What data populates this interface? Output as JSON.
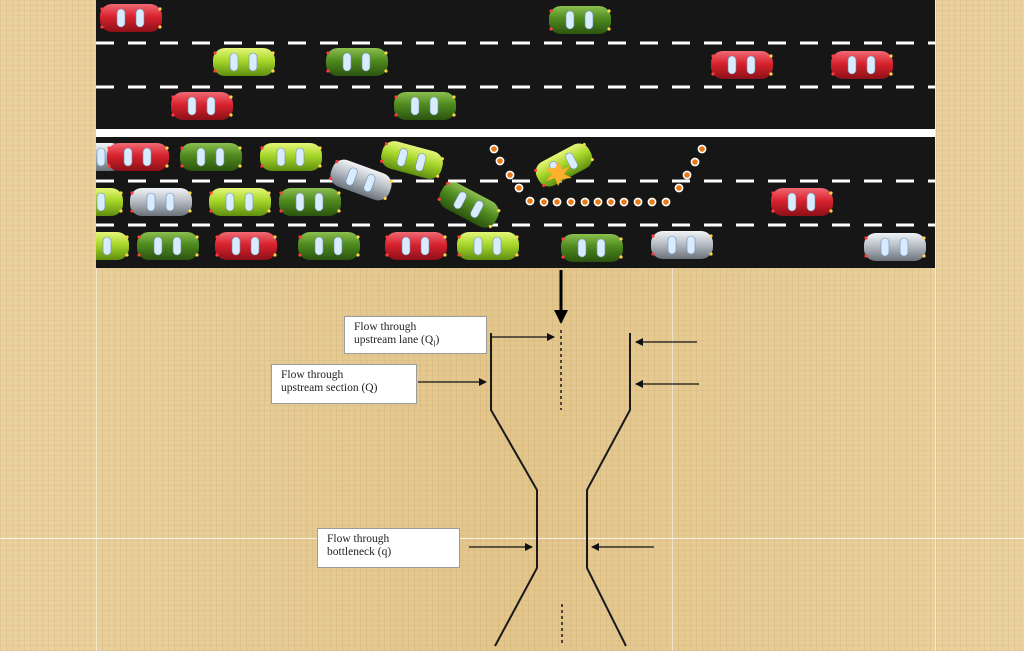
{
  "scene": {
    "road_color": "#161616",
    "background_color": "#e8cd94",
    "car_colors": {
      "red": "#d8232e",
      "green": "#4f8a1e",
      "lime": "#a7d72a",
      "silver": "#b9bfc6"
    },
    "accent_color": "#e67a1b"
  },
  "labels": {
    "upstream_lane": {
      "line1": "Flow through",
      "line2": "upstream lane (Q",
      "subscript": "l",
      "close": ")"
    },
    "upstream_section": {
      "line1": "Flow through",
      "line2": "upstream section (Q)"
    },
    "bottleneck": {
      "line1": "Flow through",
      "line2": "bottleneck (q)"
    }
  },
  "icons": [
    "down-arrow-icon",
    "arrow-right-icon",
    "arrow-left-icon",
    "car-icon",
    "traffic-cone-icon",
    "crash-star-icon"
  ]
}
